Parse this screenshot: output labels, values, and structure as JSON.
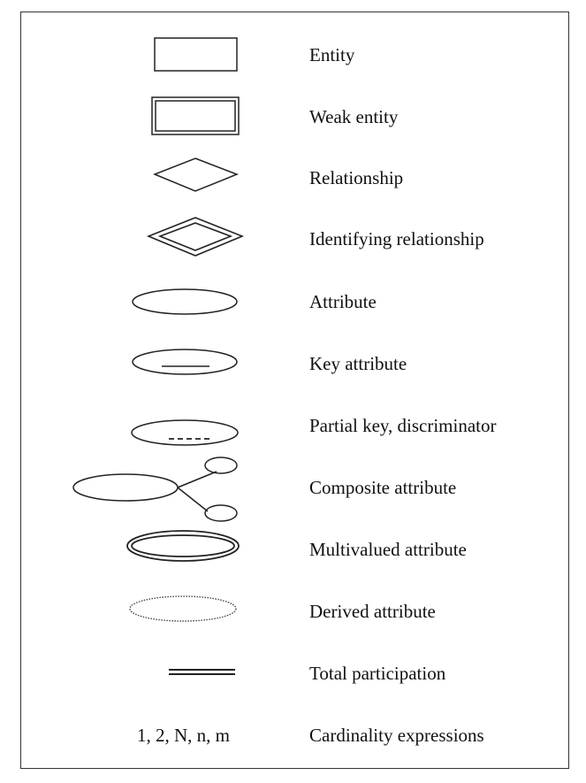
{
  "legend": {
    "items": [
      {
        "symbol": "rectangle",
        "label": "Entity"
      },
      {
        "symbol": "double-rectangle",
        "label": "Weak entity"
      },
      {
        "symbol": "diamond",
        "label": "Relationship"
      },
      {
        "symbol": "double-diamond",
        "label": "Identifying relationship"
      },
      {
        "symbol": "ellipse",
        "label": "Attribute"
      },
      {
        "symbol": "ellipse-underlined",
        "label": "Key attribute"
      },
      {
        "symbol": "ellipse-dashed-underline",
        "label": "Partial key, discriminator"
      },
      {
        "symbol": "ellipse-with-children",
        "label": "Composite attribute"
      },
      {
        "symbol": "double-ellipse",
        "label": "Multivalued attribute"
      },
      {
        "symbol": "dotted-ellipse",
        "label": "Derived attribute"
      },
      {
        "symbol": "double-line",
        "label": "Total participation"
      },
      {
        "symbol": "text",
        "symbol_text": "1, 2, N, n, m",
        "label": "Cardinality expressions"
      }
    ]
  }
}
